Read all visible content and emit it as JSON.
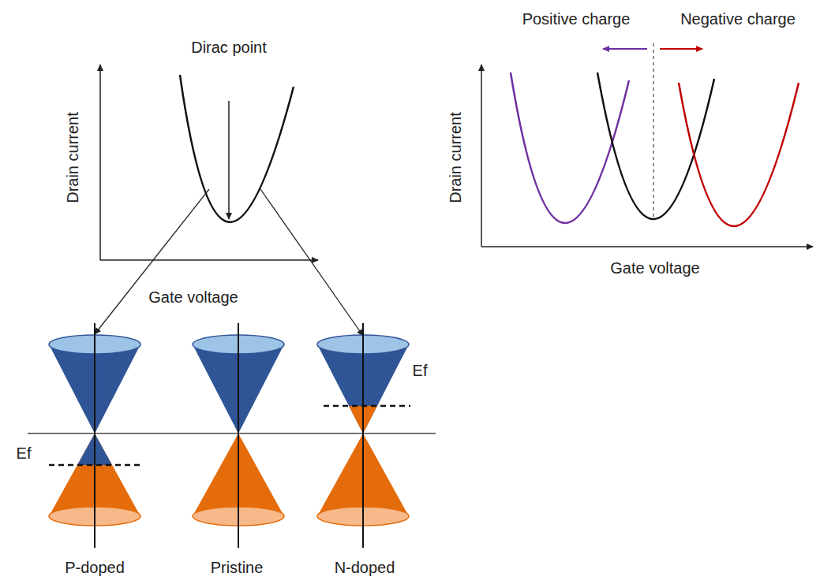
{
  "diagram": {
    "labels": [
      "Dirac point",
      "Drain current",
      "Gate voltage",
      "Positive charge",
      "Negative charge",
      "Drain current",
      "Gate voltage",
      "Ef",
      "Ef",
      "P-doped",
      "Pristine",
      "N-doped"
    ]
  }
}
